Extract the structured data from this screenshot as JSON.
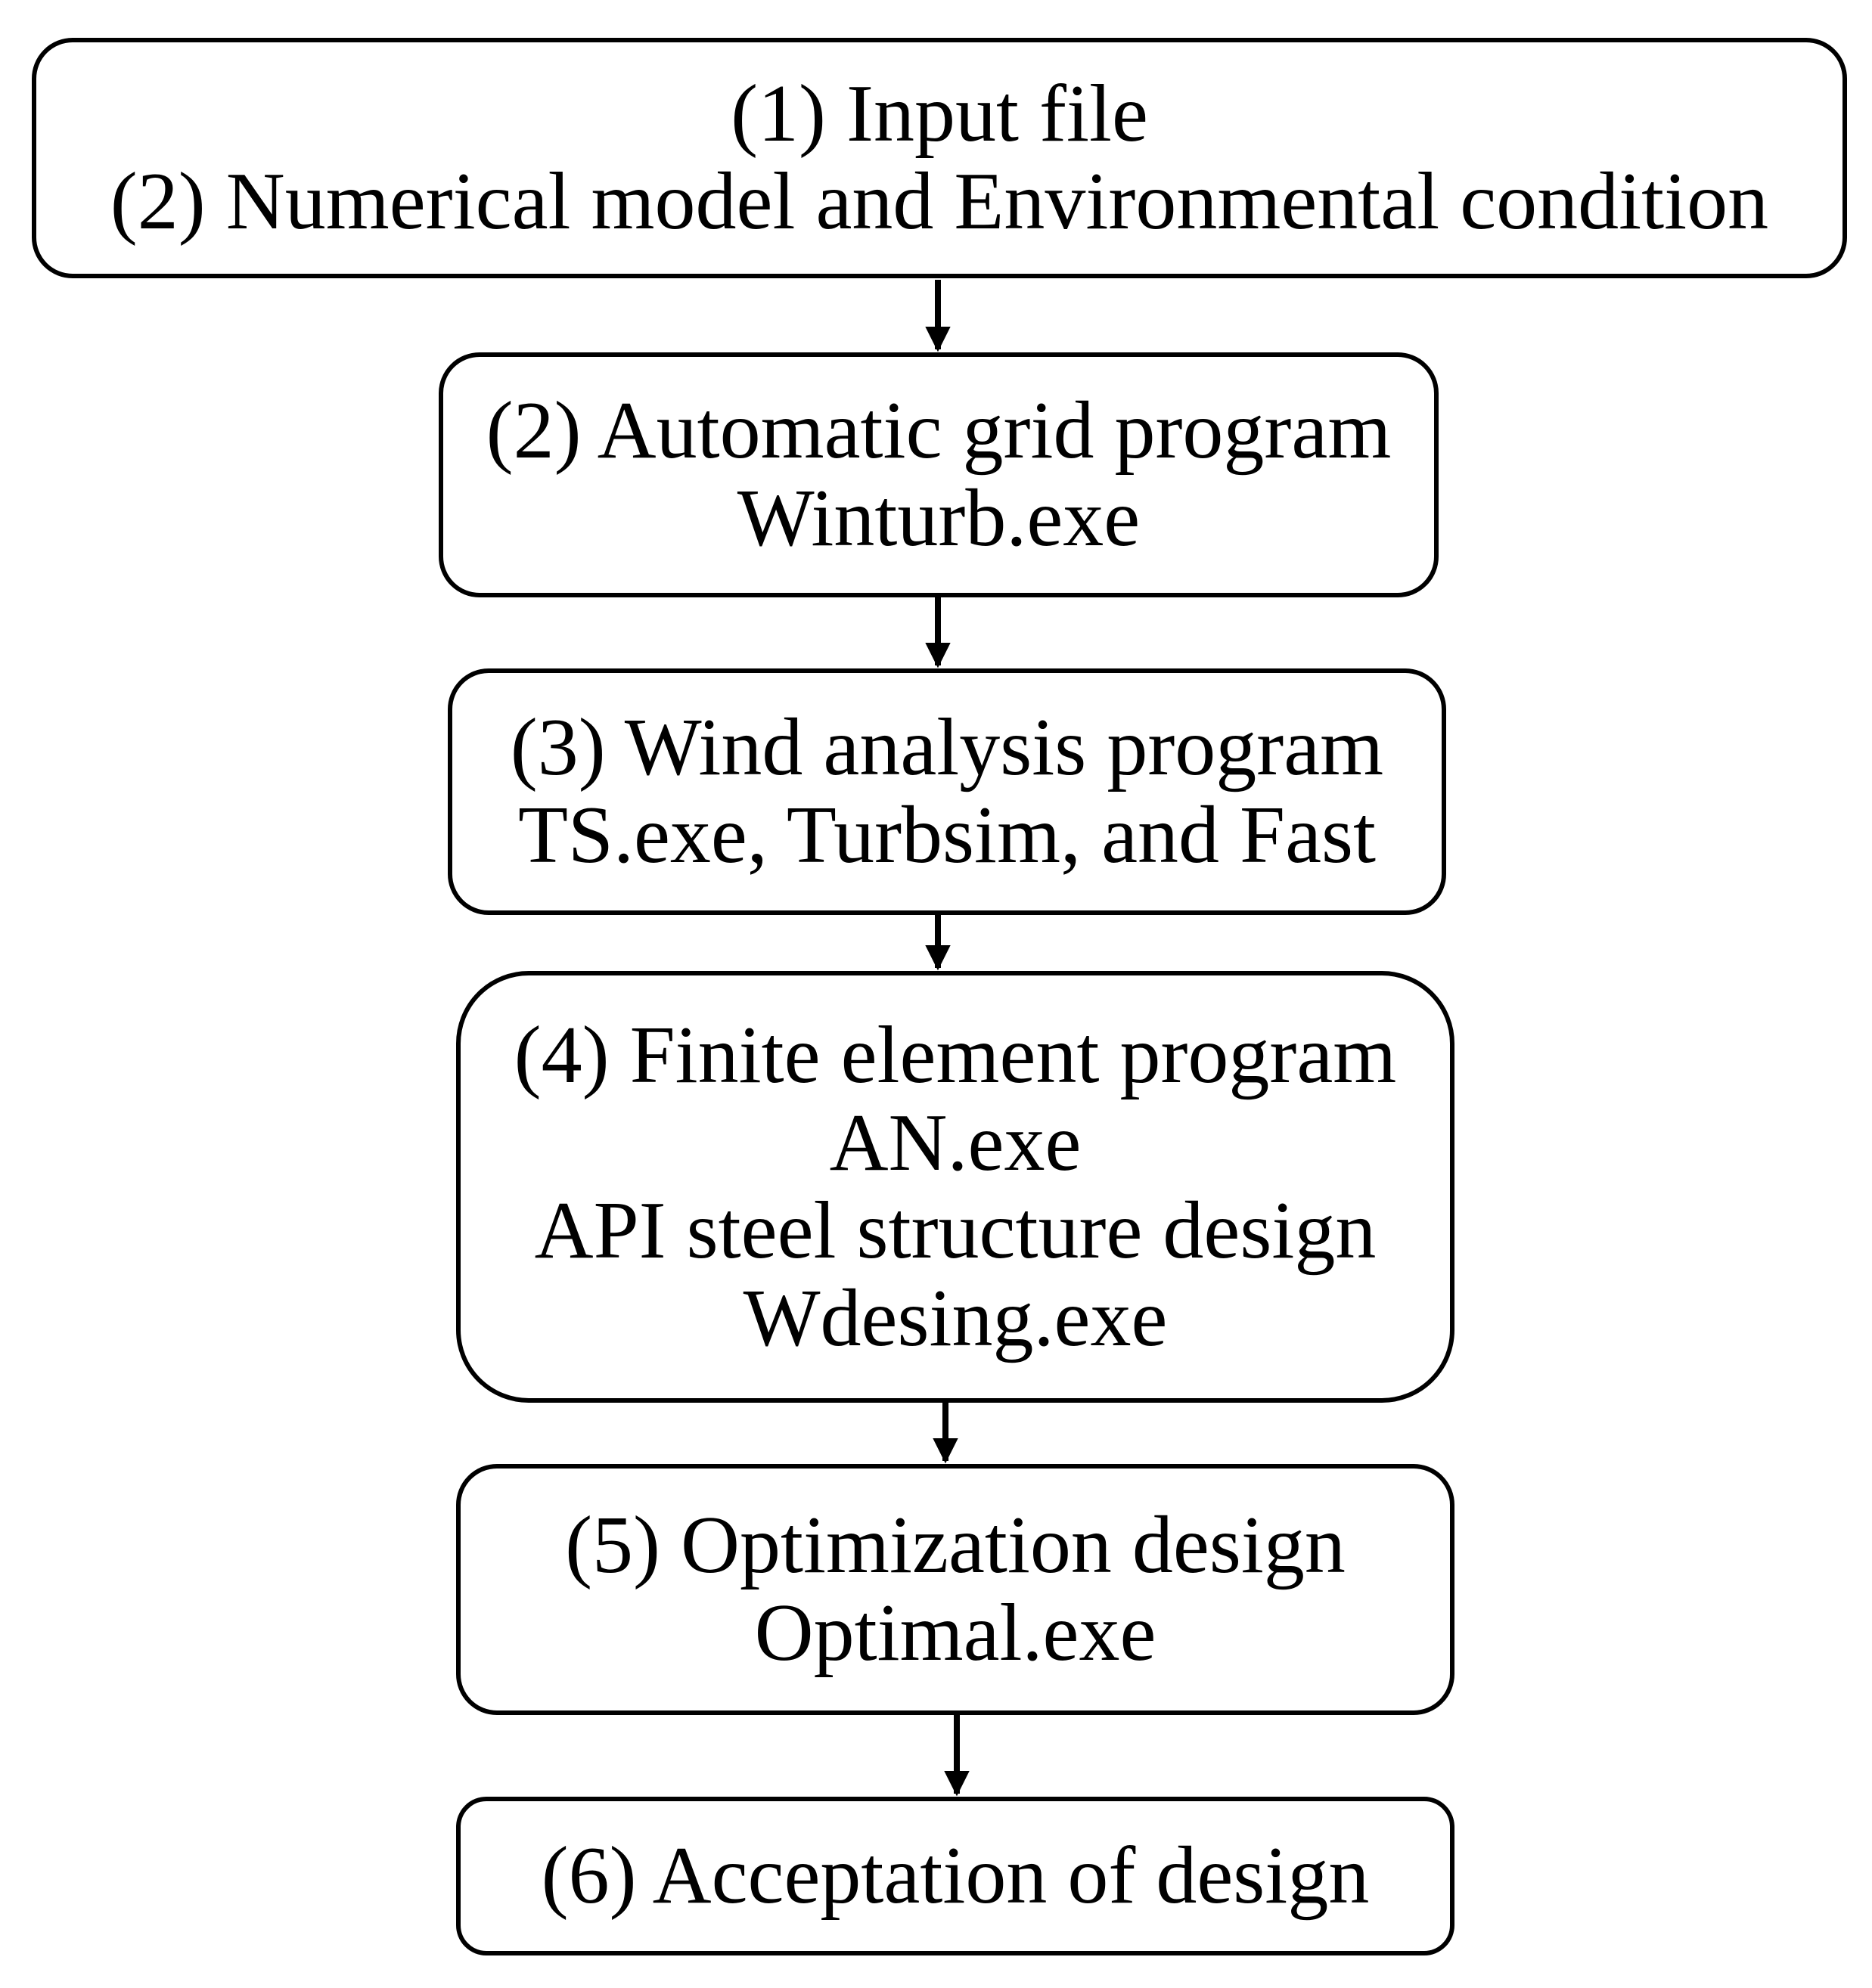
{
  "flowchart": {
    "colors": {
      "stroke": "#000000",
      "box_fill": "#ffffff",
      "background": "#ffffff"
    },
    "steps": [
      {
        "lines": [
          "(1) Input file",
          "(2) Numerical model and Environmental condition"
        ]
      },
      {
        "lines": [
          "(2) Automatic grid program",
          "Winturb.exe"
        ]
      },
      {
        "lines": [
          "(3) Wind analysis program",
          "TS.exe, Turbsim, and Fast"
        ]
      },
      {
        "lines": [
          "(4) Finite element program",
          "AN.exe",
          "API steel structure design",
          "Wdesing.exe"
        ]
      },
      {
        "lines": [
          "(5) Optimization design",
          "Optimal.exe"
        ]
      },
      {
        "lines": [
          "(6) Acceptation of design"
        ]
      }
    ]
  }
}
